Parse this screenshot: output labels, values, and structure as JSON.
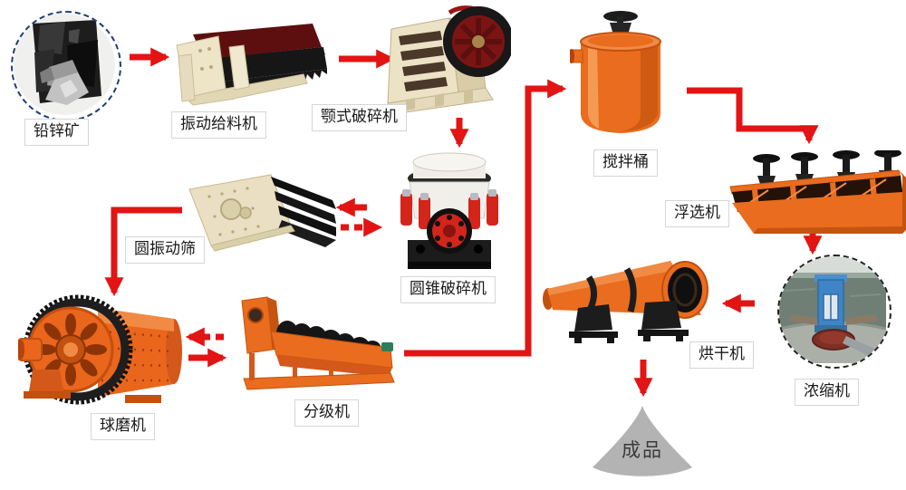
{
  "diagram": {
    "background_color": "#ffffff",
    "arrow_color": "#e21414",
    "colors": {
      "equipment_orange": "#ea6c1e",
      "equipment_cream": "#ece3c8",
      "dark_red": "#5d0f0f",
      "product_gray": "#b3b3b3",
      "ore_border_navy": "#1f3f77"
    },
    "nodes": {
      "ore": {
        "label": "铅锌矿",
        "type": "photo-circle"
      },
      "feeder": {
        "label": "振动给料机",
        "type": "machine"
      },
      "jaw_crusher": {
        "label": "颚式破碎机",
        "type": "machine"
      },
      "cone_crusher": {
        "label": "圆锥破碎机",
        "type": "machine"
      },
      "vibrating_screen": {
        "label": "圆振动筛",
        "type": "machine"
      },
      "ball_mill": {
        "label": "球磨机",
        "type": "machine"
      },
      "classifier": {
        "label": "分级机",
        "type": "machine"
      },
      "mixing_barrel": {
        "label": "搅拌桶",
        "type": "machine"
      },
      "flotation_machine": {
        "label": "浮选机",
        "type": "machine"
      },
      "thickener": {
        "label": "浓缩机",
        "type": "photo-circle"
      },
      "dryer": {
        "label": "烘干机",
        "type": "machine"
      },
      "product": {
        "label": "成品",
        "type": "pile"
      }
    },
    "flow": [
      {
        "from": "铅锌矿",
        "to": "振动给料机",
        "style": "solid"
      },
      {
        "from": "振动给料机",
        "to": "颚式破碎机",
        "style": "solid"
      },
      {
        "from": "颚式破碎机",
        "to": "圆锥破碎机",
        "style": "solid"
      },
      {
        "from": "圆锥破碎机",
        "to": "圆振动筛",
        "style": "solid"
      },
      {
        "from": "圆振动筛",
        "to": "圆锥破碎机",
        "style": "dashed"
      },
      {
        "from": "圆振动筛",
        "to": "球磨机",
        "style": "solid"
      },
      {
        "from": "球磨机",
        "to": "分级机",
        "style": "solid"
      },
      {
        "from": "分级机",
        "to": "球磨机",
        "style": "dashed"
      },
      {
        "from": "分级机",
        "to": "搅拌桶",
        "style": "solid"
      },
      {
        "from": "搅拌桶",
        "to": "浮选机",
        "style": "solid"
      },
      {
        "from": "浮选机",
        "to": "浓缩机",
        "style": "solid"
      },
      {
        "from": "浓缩机",
        "to": "烘干机",
        "style": "solid"
      },
      {
        "from": "烘干机",
        "to": "成品",
        "style": "solid"
      }
    ]
  }
}
